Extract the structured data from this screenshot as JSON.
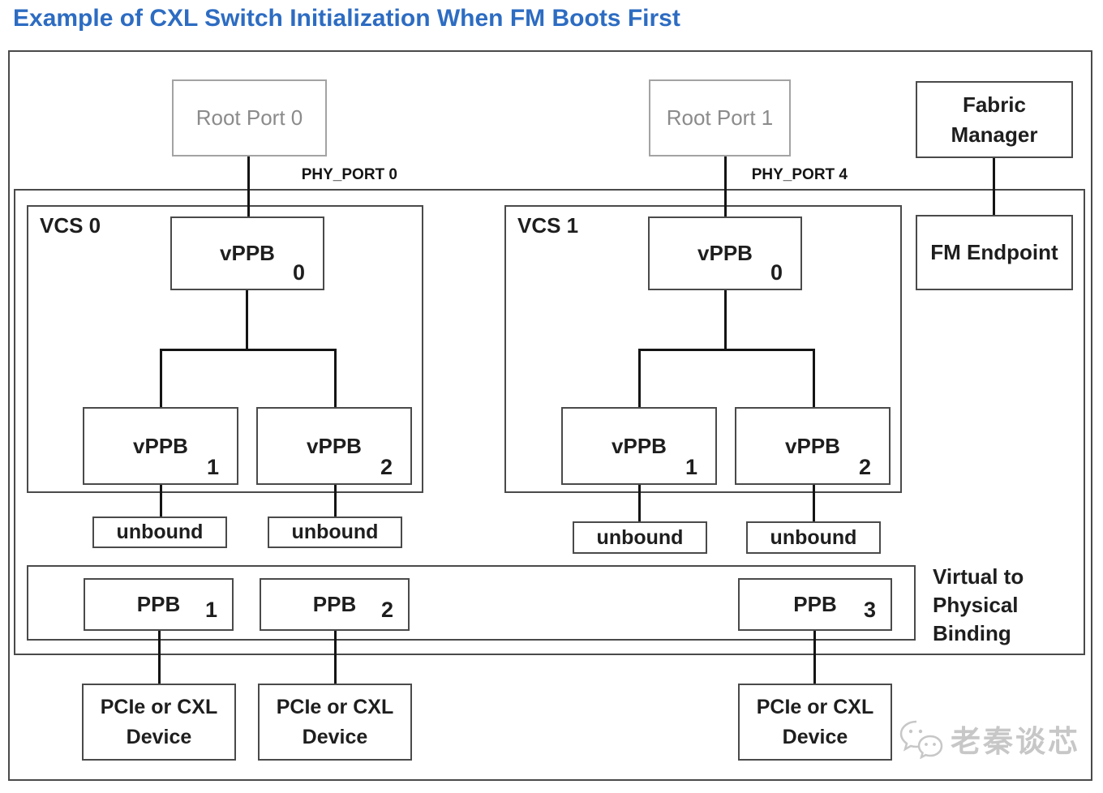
{
  "title": "Example of CXL Switch Initialization When FM Boots First",
  "palette": {
    "title_blue": "#2d6cc2",
    "box_border": "#4a4a4a",
    "gray_border": "#a3a3a3",
    "gray_text": "#8b8b8b",
    "line_black": "#141414",
    "watermark_gray": "#c7c7c7"
  },
  "root_ports": [
    {
      "label": "Root Port 0"
    },
    {
      "label": "Root Port 1"
    }
  ],
  "phy_ports": [
    {
      "label": "PHY_PORT 0"
    },
    {
      "label": "PHY_PORT 4"
    }
  ],
  "fabric_manager": {
    "line1": "Fabric",
    "line2": "Manager"
  },
  "fm_endpoint": {
    "label": "FM Endpoint"
  },
  "vcs": [
    {
      "label": "VCS 0",
      "usp": {
        "name": "vPPB",
        "num": "0"
      },
      "dsp": [
        {
          "name": "vPPB",
          "num": "1"
        },
        {
          "name": "vPPB",
          "num": "2"
        }
      ]
    },
    {
      "label": "VCS 1",
      "usp": {
        "name": "vPPB",
        "num": "0"
      },
      "dsp": [
        {
          "name": "vPPB",
          "num": "1"
        },
        {
          "name": "vPPB",
          "num": "2"
        }
      ]
    }
  ],
  "unbound": [
    "unbound",
    "unbound",
    "unbound",
    "unbound"
  ],
  "ppbs": [
    {
      "name": "PPB",
      "num": "1"
    },
    {
      "name": "PPB",
      "num": "2"
    },
    {
      "name": "PPB",
      "num": "3"
    }
  ],
  "devices": [
    {
      "line1": "PCIe or CXL",
      "line2": "Device"
    },
    {
      "line1": "PCIe or CXL",
      "line2": "Device"
    },
    {
      "line1": "PCIe or CXL",
      "line2": "Device"
    }
  ],
  "binding_label": [
    "Virtual to",
    "Physical",
    "Binding"
  ],
  "watermark": {
    "text": "老秦谈芯"
  }
}
